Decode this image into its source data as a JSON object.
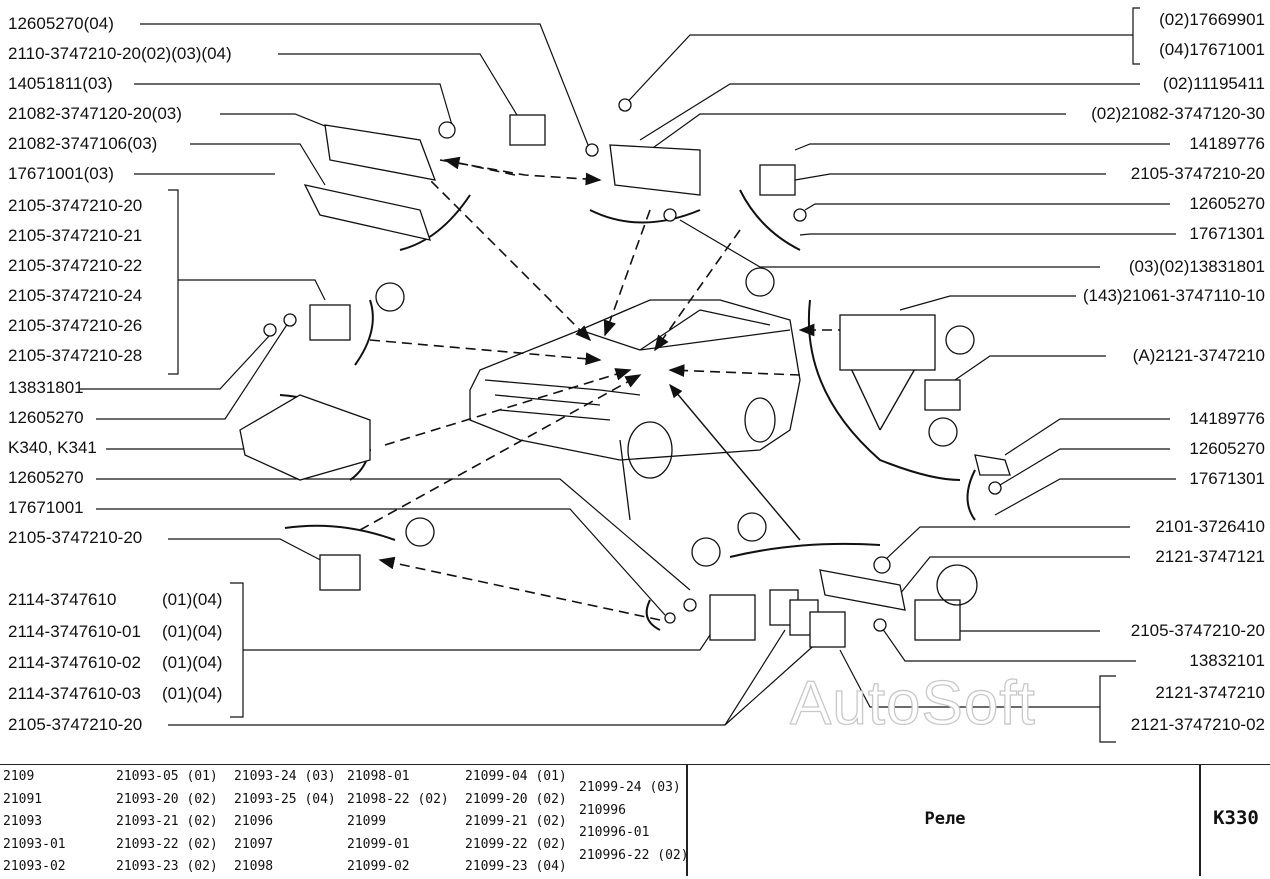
{
  "left_labels": [
    "12605270(04)",
    "2110-3747210-20(02)(03)(04)",
    "14051811(03)",
    "21082-3747120-20(03)",
    "21082-3747106(03)",
    "17671001(03)",
    "2105-3747210-20",
    "2105-3747210-21",
    "2105-3747210-22",
    "2105-3747210-24",
    "2105-3747210-26",
    "2105-3747210-28",
    "13831801",
    "12605270",
    "K340, K341",
    "12605270",
    "17671001",
    "2105-3747210-20",
    "2114-3747610",
    "2114-3747610-01",
    "2114-3747610-02",
    "2114-3747610-03",
    "2105-3747210-20"
  ],
  "left_suffixes": [
    "(01)(04)",
    "(01)(04)",
    "(01)(04)",
    "(01)(04)"
  ],
  "right_labels": [
    "(02)17669901",
    "(04)17671001",
    "(02)11195411",
    "(02)21082-3747120-30",
    "14189776",
    "2105-3747210-20",
    "12605270",
    "17671301",
    "(03)(02)13831801",
    "(143)21061-3747110-10",
    "(A)2121-3747210",
    "14189776",
    "12605270",
    "17671301",
    "2101-3726410",
    "2121-3747121",
    "2105-3747210-20",
    "13832101",
    "2121-3747210",
    "2121-3747210-02"
  ],
  "models": [
    [
      "2109",
      "21091",
      "21093",
      "21093-01",
      "21093-02"
    ],
    [
      "21093-05 (01)",
      "21093-20 (02)",
      "21093-21 (02)",
      "21093-22 (02)",
      "21093-23 (02)"
    ],
    [
      "21093-24 (03)",
      "21093-25 (04)",
      "21096",
      "21097",
      "21098"
    ],
    [
      "21098-01",
      "21098-22 (02)",
      "21099",
      "21099-01",
      "21099-02"
    ],
    [
      "21099-04 (01)",
      "21099-20 (02)",
      "21099-21 (02)",
      "21099-22 (02)",
      "21099-23 (04)"
    ],
    [
      "21099-24 (03)",
      "210996",
      "210996-01",
      "210996-22 (02)"
    ]
  ],
  "title": "Реле",
  "code": "K330",
  "watermark": "AutoSoft"
}
